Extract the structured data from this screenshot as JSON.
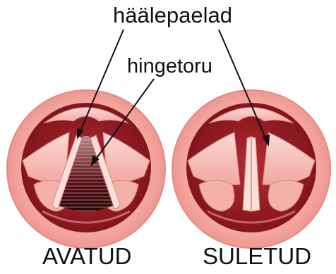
{
  "labels": {
    "vocal_cords": "häälepaelad",
    "trachea": "hingetoru",
    "open": "AVATUD",
    "closed": "SULETUD"
  },
  "colors": {
    "skin_outer": "#f4a6a1",
    "skin_inner": "#e88c88",
    "cavity_dark": "#8b1a22",
    "tissue": "#f3b7b1",
    "tissue_light": "#fbd9d3",
    "trachea_dark": "#3a0a0e",
    "pointer_line": "#111111"
  }
}
